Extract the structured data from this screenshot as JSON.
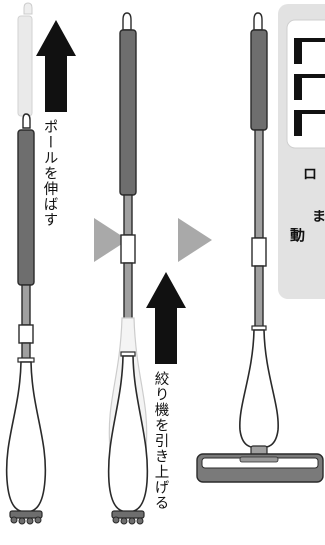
{
  "steps": [
    {
      "instruction": "ポールを伸ばす"
    },
    {
      "instruction": "絞り機を引き上げる"
    }
  ],
  "side_panel": {
    "char_1": "ロ",
    "char_2": "ま",
    "char_3": "動"
  },
  "colors": {
    "arrow": "#111111",
    "chevron": "#a9a9a9",
    "pole_grip": "#6e6e6e",
    "pole_shaft": "#a0a0a0",
    "pole_outline": "#2a2a2a",
    "panel_bg": "#e2e2e2",
    "mop_head": "#7a7a7a"
  },
  "icons": [
    "up-arrow-icon",
    "right-chevron-icon"
  ]
}
